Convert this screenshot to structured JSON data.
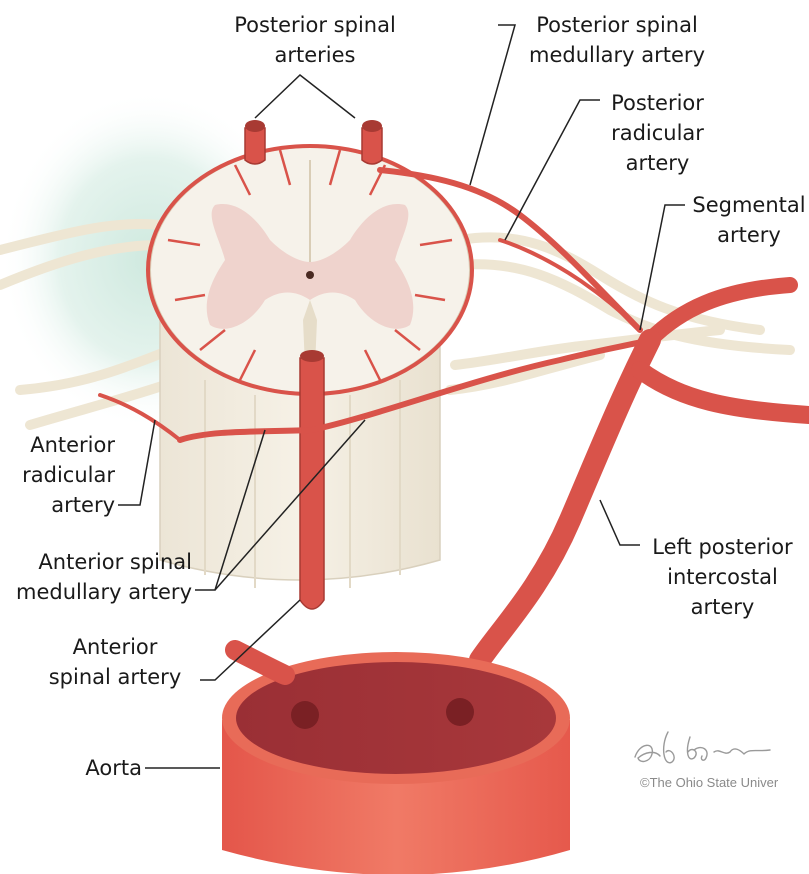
{
  "labels": {
    "posterior_spinal_arteries": [
      "Posterior spinal",
      "arteries"
    ],
    "posterior_spinal_medullary_artery": [
      "Posterior spinal",
      "medullary artery"
    ],
    "posterior_radicular_artery": [
      "Posterior",
      "radicular",
      "artery"
    ],
    "segmental_artery": [
      "Segmental",
      "artery"
    ],
    "anterior_radicular_artery": [
      "Anterior",
      "radicular",
      "artery"
    ],
    "anterior_spinal_medullary_artery": [
      "Anterior spinal",
      "medullary artery"
    ],
    "left_posterior_intercostal_artery": [
      "Left posterior",
      "intercostal",
      "artery"
    ],
    "anterior_spinal_artery": [
      "Anterior",
      "spinal artery"
    ],
    "aorta": "Aorta"
  },
  "signature": "a.Baker",
  "copyright": "©The Ohio State Univer",
  "colors": {
    "artery": "#d9534a",
    "artery_dark": "#a83a33",
    "cord": "#f4efe6",
    "grey_matter": "#efd2cc",
    "nerve": "#f1ead9",
    "leader": "#222222",
    "aorta_inner": "#8c2b2f"
  }
}
